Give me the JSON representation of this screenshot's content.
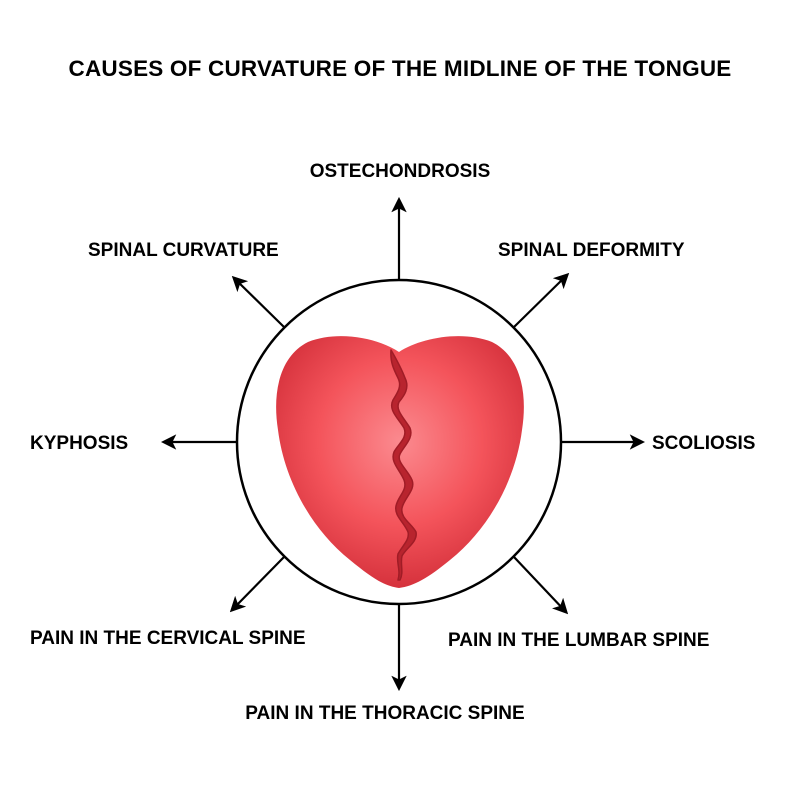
{
  "title": "CAUSES OF CURVATURE OF THE MIDLINE OF THE TONGUE",
  "labels": {
    "top": "OSTECHONDROSIS",
    "top_left": "SPINAL CURVATURE",
    "top_right": "SPINAL DEFORMITY",
    "left": "KYPHOSIS",
    "right": "SCOLIOSIS",
    "bottom_left": "PAIN IN THE CERVICAL SPINE",
    "bottom_right": "PAIN IN THE LUMBAR SPINE",
    "bottom": "PAIN IN THE THORACIC SPINE"
  },
  "colors": {
    "tongue": "#f4545b",
    "tongue_light": "#fb8a8f",
    "tongue_dark": "#d32f3a",
    "crack": "#b8242e",
    "outline": "#000000"
  }
}
